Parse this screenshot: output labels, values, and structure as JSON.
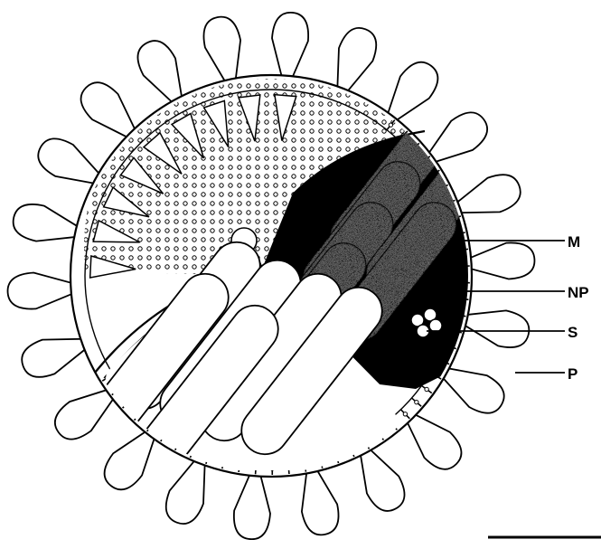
{
  "labels": {
    "m": "M",
    "np": "NP",
    "s": "S",
    "p": "P"
  },
  "colors": {
    "ink": "#000000",
    "paper": "#ffffff",
    "stipple": "#1a1a1a"
  }
}
